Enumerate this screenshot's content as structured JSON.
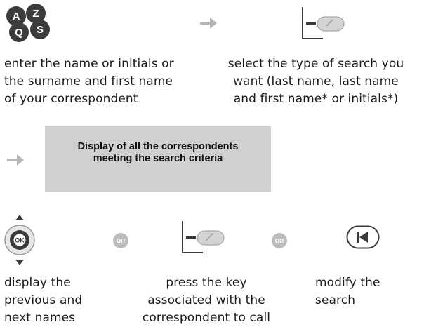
{
  "step1": {
    "keypad_letters": [
      "A",
      "Z",
      "Q",
      "S"
    ],
    "text_lines": [
      "enter the name or initials or",
      "the surname and first name",
      "of your correspondent"
    ],
    "line_key_text_lines": [
      "select the type of search you",
      "want (last name, last name",
      "and first name* or initials*)"
    ]
  },
  "step2": {
    "result_lines": [
      "Display of all the correspondents",
      "meeting the search criteria"
    ]
  },
  "step3": {
    "ok_label": "OK",
    "or_label": "OR",
    "nav_text_lines": [
      "display the",
      "previous and",
      "next names"
    ],
    "key_text_lines": [
      "press the key",
      "associated with the",
      "correspondent to call"
    ],
    "back_text": "modify the search"
  },
  "icons": {
    "keypad": "alpha-keypad-icon",
    "arrow": "right-arrow-icon",
    "line_key": "line-key-icon",
    "navigator": "ok-navigator-icon",
    "back_key": "back-key-icon"
  },
  "colors": {
    "box_fill": "#d0d0d0",
    "arrow": "#b5b5b5",
    "or_badge": "#bdbdbd",
    "key_dark": "#3a3a3a"
  }
}
